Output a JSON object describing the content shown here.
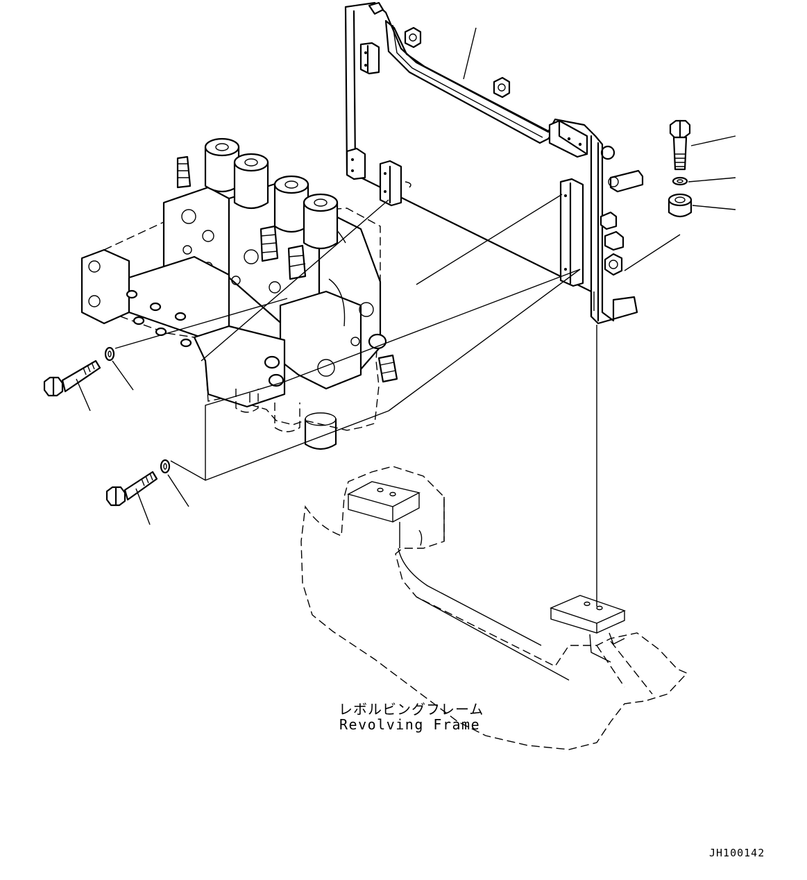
{
  "figure": {
    "label_jp": "レボルビングフレーム",
    "label_en": "Revolving Frame",
    "drawing_number": "JH100142"
  }
}
